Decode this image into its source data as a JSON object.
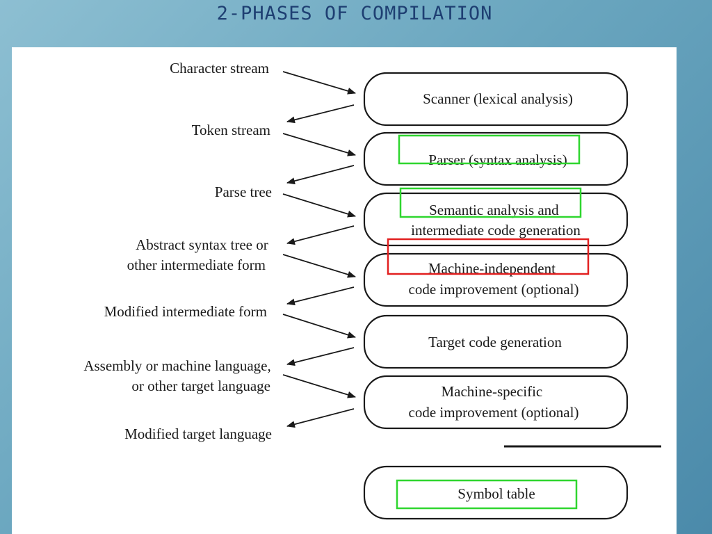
{
  "title": "2-PHASES OF COMPILATION",
  "phases": [
    {
      "lines": [
        "Scanner (lexical analysis)"
      ]
    },
    {
      "lines": [
        "Parser (syntax analysis)"
      ]
    },
    {
      "lines": [
        "Semantic analysis and",
        "intermediate code generation"
      ]
    },
    {
      "lines": [
        "Machine-independent",
        "code improvement (optional)"
      ]
    },
    {
      "lines": [
        "Target code generation"
      ]
    },
    {
      "lines": [
        "Machine-specific",
        "code improvement (optional)"
      ]
    }
  ],
  "symbol_table": "Symbol table",
  "streams": [
    {
      "lines": [
        "Character stream"
      ]
    },
    {
      "lines": [
        "Token stream"
      ]
    },
    {
      "lines": [
        "Parse tree"
      ]
    },
    {
      "lines": [
        "Abstract syntax tree or",
        "other intermediate form"
      ]
    },
    {
      "lines": [
        "Modified intermediate form"
      ]
    },
    {
      "lines": [
        "Assembly or machine language,",
        "or other target language"
      ]
    },
    {
      "lines": [
        "Modified target language"
      ]
    }
  ],
  "highlight_colors": {
    "green": "#2fd62f",
    "red": "#e22020"
  },
  "background_colors": {
    "slide": "#6aa6bf",
    "title_text": "#1e3f72",
    "panel": "#ffffff"
  }
}
